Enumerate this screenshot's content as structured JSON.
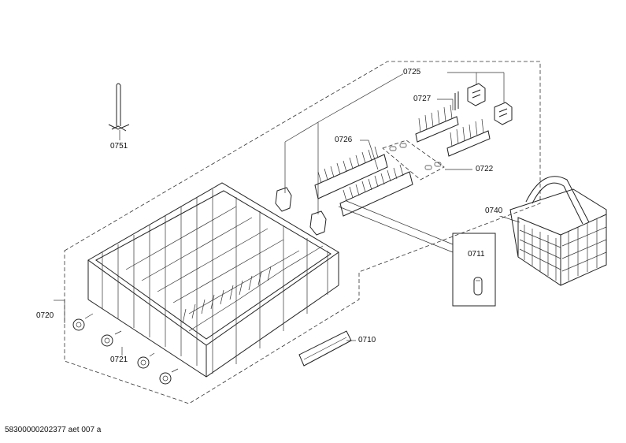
{
  "labels": {
    "p0725": "0725",
    "p0727": "0727",
    "p0751": "0751",
    "p0726": "0726",
    "p0722": "0722",
    "p0740": "0740",
    "p0711": "0711",
    "p0720": "0720",
    "p0710": "0710",
    "p0721": "0721"
  },
  "footer": "58300000202377 aet 007 a"
}
